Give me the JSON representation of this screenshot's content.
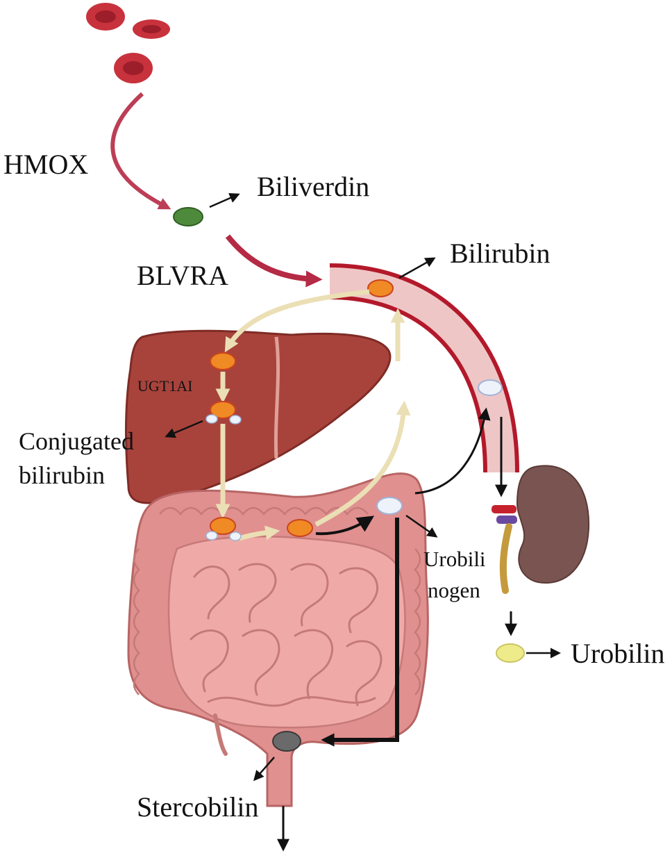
{
  "labels": {
    "hmox": "HMOX",
    "biliverdin": "Biliverdin",
    "blvra": "BLVRA",
    "bilirubin": "Bilirubin",
    "ugt1a1": "UGT1AI",
    "conjugated_1": "Conjugated",
    "conjugated_2": "bilirubin",
    "urobilinogen_1": "Urobili",
    "urobilinogen_2": "nogen",
    "urobilin": "Urobilin",
    "stercobilin": "Stercobilin"
  },
  "colors": {
    "rbc": "#c8323c",
    "biliverdin": "#4e8a3c",
    "bilirubin": "#f08a24",
    "liver": "#a8433c",
    "vessel": "#b3192b",
    "vessel_inner": "#efc6c6",
    "intestine": "#e59a98",
    "kidney": "#7a5450",
    "urobilin": "#eeec8a",
    "stercobilin": "#6a6a6a",
    "cycle_arrow": "#ebdfb5"
  }
}
